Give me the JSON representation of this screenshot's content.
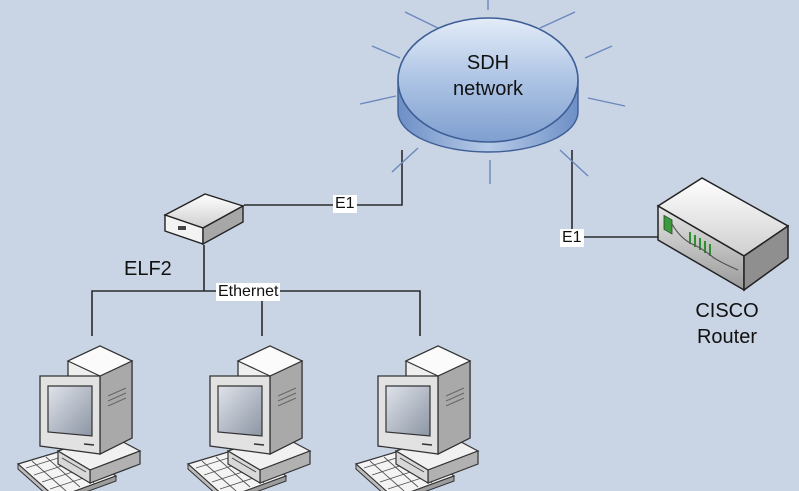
{
  "diagram": {
    "background": "#c9d4e4",
    "cloud_color": "#5f86bf",
    "sdh_network": {
      "line1": "SDH",
      "line2": "network",
      "icon": "sdh-network-cylinder-icon"
    },
    "elf2": {
      "label": "ELF2",
      "icon": "elf2-converter-icon"
    },
    "router": {
      "line1": "CISCO",
      "line2": "Router",
      "icon": "cisco-router-icon"
    },
    "links": {
      "elf2_sdh": "E1",
      "sdh_router": "E1",
      "lan": "Ethernet"
    },
    "workstations": [
      {
        "icon": "workstation-icon"
      },
      {
        "icon": "workstation-icon"
      },
      {
        "icon": "workstation-icon"
      }
    ]
  }
}
